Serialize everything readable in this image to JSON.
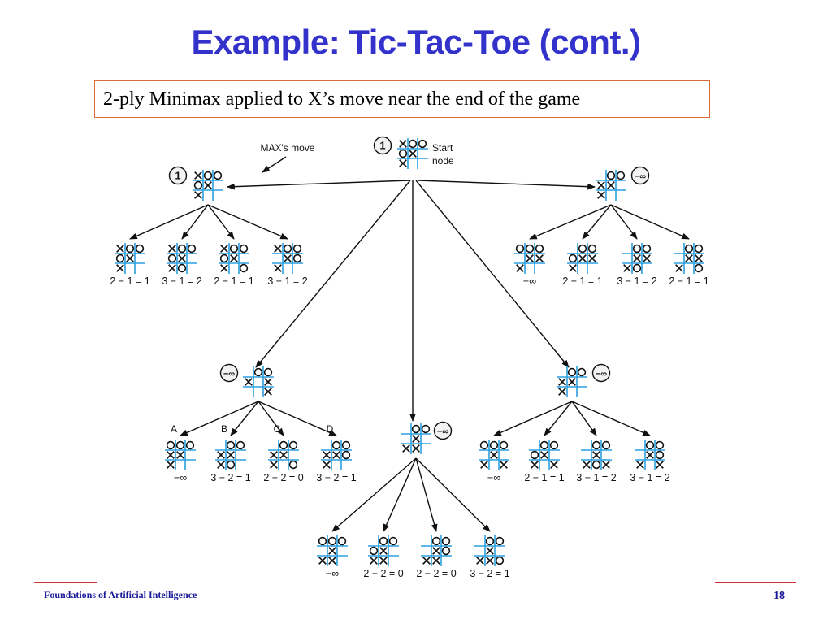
{
  "slide": {
    "title": "Example: Tic-Tac-Toe (cont.)",
    "subtitle": "2-ply Minimax applied to X’s move near the end of the game",
    "footer": "Foundations of Artificial Intelligence",
    "page_number": "18"
  },
  "tree": {
    "annotations": {
      "max_move": "MAX's move",
      "start_line1": "Start",
      "start_line2": "node"
    },
    "root": {
      "board": "XOOOX X  ",
      "backed_up": "1"
    },
    "max_nodes": [
      {
        "id": "L1",
        "board": "XOOOX X  ",
        "backed_up": "1"
      },
      {
        "id": "L2",
        "board": " OOXX X  ",
        "backed_up": "−∞"
      },
      {
        "id": "L3",
        "board": " OOX X  X",
        "backed_up": "−∞"
      },
      {
        "id": "L4",
        "board": " OO X XX ",
        "backed_up": "−∞"
      },
      {
        "id": "L5",
        "board": " OOXX X  ",
        "backed_up": "−∞"
      }
    ],
    "leaves": [
      {
        "parent": "L1",
        "board": "XOOOX X  ",
        "label": "",
        "value": "2 − 1 = 1"
      },
      {
        "parent": "L1",
        "board": "XOOOX XO ",
        "label": "",
        "value": "3 − 1 = 2"
      },
      {
        "parent": "L1",
        "board": "XOOOX X O",
        "label": "",
        "value": "2 − 1 = 1"
      },
      {
        "parent": "L1",
        "board": "XOO XOX  ",
        "label": "",
        "value": "3 − 1 = 2"
      },
      {
        "parent": "L2",
        "board": "OOO XXX  ",
        "label": "",
        "value": "−∞"
      },
      {
        "parent": "L2",
        "board": " OOOXXX  ",
        "label": "",
        "value": "2 − 1 = 1"
      },
      {
        "parent": "L2",
        "board": " OO XXXO ",
        "label": "",
        "value": "3 − 1 = 2"
      },
      {
        "parent": "L2",
        "board": " OO XXX O",
        "label": "",
        "value": "2 − 1 = 1"
      },
      {
        "parent": "L3",
        "board": "OOOXX X  ",
        "label": "A",
        "value": "−∞"
      },
      {
        "parent": "L3",
        "board": " OOXX XO ",
        "label": "B",
        "value": "3 − 2 = 1"
      },
      {
        "parent": "L3",
        "board": " OOXX X O",
        "label": "C",
        "value": "2 − 2 = 0"
      },
      {
        "parent": "L3",
        "board": " OOXXOX  ",
        "label": "D",
        "value": "3 − 2 = 1"
      },
      {
        "parent": "L4",
        "board": "OOO X XX ",
        "label": "",
        "value": "−∞"
      },
      {
        "parent": "L4",
        "board": " OOOX XX ",
        "label": "",
        "value": "2 − 2 = 0"
      },
      {
        "parent": "L4",
        "board": " OO XOXX ",
        "label": "",
        "value": "2 − 2 = 0"
      },
      {
        "parent": "L4",
        "board": " OO X XXO",
        "label": "",
        "value": "3 − 2 = 1"
      },
      {
        "parent": "L5",
        "board": "OOO X X X",
        "label": "",
        "value": "−∞"
      },
      {
        "parent": "L5",
        "board": " OOOX X X",
        "label": "",
        "value": "2 − 1 = 1"
      },
      {
        "parent": "L5",
        "board": " OO X XOX",
        "label": "",
        "value": "3 − 1 = 2"
      },
      {
        "parent": "L5",
        "board": " OO XOX X",
        "label": "",
        "value": "3 − 1 = 2"
      }
    ]
  }
}
